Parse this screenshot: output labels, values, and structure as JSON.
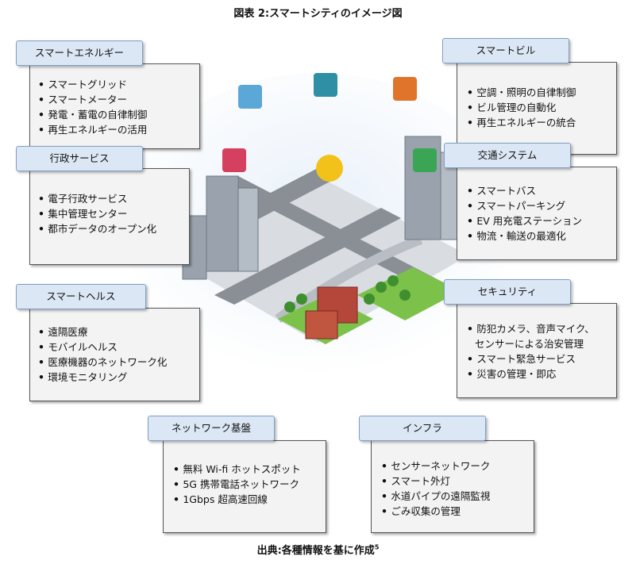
{
  "title": "図表 2:スマートシティのイメージ図",
  "footer": {
    "text": "出典:各種情報を基に作成",
    "sup": "5"
  },
  "categories": [
    {
      "id": "energy",
      "label": "スマートエネルギー",
      "items": [
        "スマートグリッド",
        "スマートメーター",
        "発電・蓄電の自律制御",
        "再生エネルギーの活用"
      ]
    },
    {
      "id": "gov",
      "label": "行政サービス",
      "items": [
        "電子行政サービス",
        "集中管理センター",
        "都市データのオープン化"
      ]
    },
    {
      "id": "health",
      "label": "スマートヘルス",
      "items": [
        "遠隔医療",
        "モバイルヘルス",
        "医療機器のネットワーク化",
        "環境モニタリング"
      ]
    },
    {
      "id": "network",
      "label": "ネットワーク基盤",
      "items": [
        "無料 Wi-fi ホットスポット",
        "5G 携帯電話ネットワーク",
        "1Gbps 超高速回線"
      ]
    },
    {
      "id": "building",
      "label": "スマートビル",
      "items": [
        "空調・照明の自律制御",
        "ビル管理の自動化",
        "再生エネルギーの統合"
      ]
    },
    {
      "id": "transport",
      "label": "交通システム",
      "items": [
        "スマートバス",
        "スマートパーキング",
        "EV 用充電ステーション",
        "物流・輸送の最適化"
      ]
    },
    {
      "id": "security",
      "label": "セキュリティ",
      "items": [
        "防犯カメラ、音声マイク、",
        "センサーによる治安管理",
        "スマート緊急サービス",
        "災害の管理・即応"
      ]
    },
    {
      "id": "infra",
      "label": "インフラ",
      "items": [
        "センサーネットワーク",
        "スマート外灯",
        "水道パイプの遠隔監視",
        "ごみ収集の管理"
      ]
    }
  ],
  "colors": {
    "label_bg": "#dce7f5",
    "box_bg": "#f3f3f3",
    "road": "#8a8f96",
    "grass": "#7cc24a",
    "building": "#9aa3ad"
  }
}
